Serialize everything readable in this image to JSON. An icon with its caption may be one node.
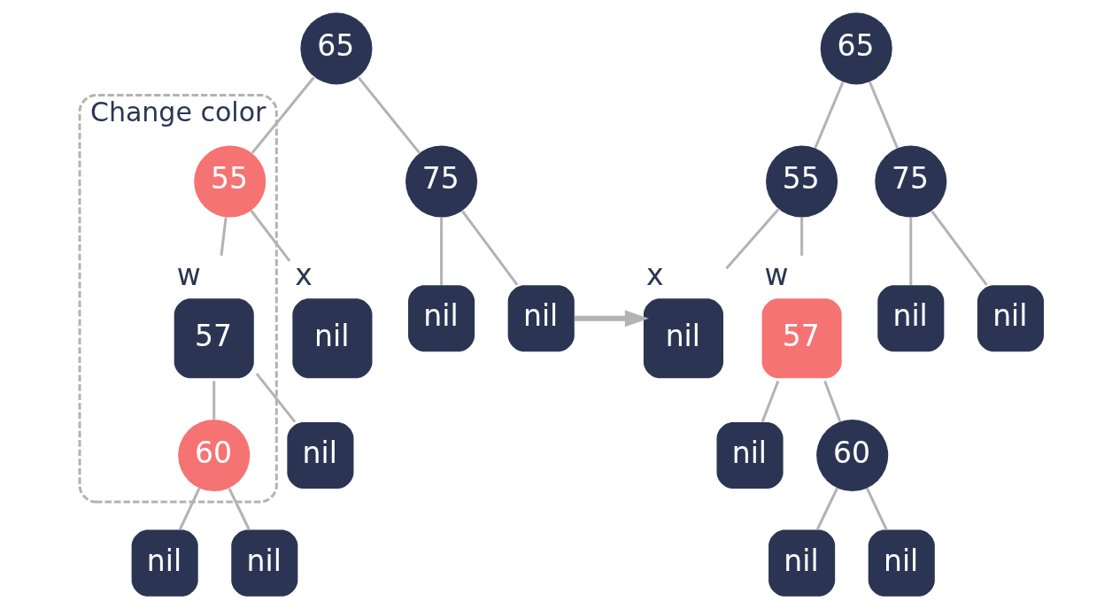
{
  "diagram": {
    "nodes": [
      {
        "text": [
          "65"
        ]
      },
      {
        "text": [
          "Change color"
        ]
      },
      {
        "text": [
          "55"
        ],
        "in": 1
      },
      {
        "text": [
          "75"
        ]
      },
      {
        "text": [
          "nil"
        ],
        "beside": [
          "x"
        ]
      },
      {
        "text": [
          "57"
        ],
        "in": 1,
        "beside": [
          "w"
        ]
      },
      {
        "text": [
          "nil"
        ]
      },
      {
        "text": [
          "nil"
        ]
      },
      {
        "text": [
          "nil"
        ]
      },
      {
        "text": [
          "60"
        ],
        "in": 1
      },
      {
        "text": [
          "nil"
        ]
      },
      {
        "text": [
          "nil"
        ]
      },
      {
        "text": [
          "65"
        ]
      },
      {
        "text": [
          "55"
        ]
      },
      {
        "text": [
          "75"
        ]
      },
      {
        "text": [
          "nil"
        ],
        "beside": [
          "x"
        ]
      },
      {
        "text": [
          "57"
        ],
        "beside": [
          "w"
        ]
      },
      {
        "text": [
          "nil"
        ]
      },
      {
        "text": [
          "nil"
        ]
      },
      {
        "text": [
          "nil"
        ]
      },
      {
        "text": [
          "60"
        ]
      },
      {
        "text": [
          "nil"
        ]
      },
      {
        "text": [
          "nil"
        ]
      }
    ],
    "edges": [
      {
        "from": 0,
        "to": 2,
        "arrow": "none"
      },
      {
        "from": 0,
        "to": 3,
        "arrow": "none"
      },
      {
        "from": 2,
        "to": 4,
        "arrow": "none"
      },
      {
        "from": 2,
        "to": 5,
        "arrow": "none"
      },
      {
        "from": 3,
        "to": 6,
        "arrow": "none"
      },
      {
        "from": 3,
        "to": 7,
        "arrow": "none"
      },
      {
        "from": 5,
        "to": 8,
        "arrow": "none"
      },
      {
        "from": 5,
        "to": 9,
        "arrow": "none"
      },
      {
        "from": 9,
        "to": 10,
        "arrow": "none"
      },
      {
        "from": 9,
        "to": 11,
        "arrow": "none"
      },
      {
        "from": 7,
        "to": 15,
        "arrow": "to",
        "style": "thick"
      },
      {
        "from": 12,
        "to": 13,
        "arrow": "none"
      },
      {
        "from": 12,
        "to": 14,
        "arrow": "none"
      },
      {
        "from": 13,
        "to": 15,
        "arrow": "none"
      },
      {
        "from": 13,
        "to": 16,
        "arrow": "none"
      },
      {
        "from": 14,
        "to": 17,
        "arrow": "none"
      },
      {
        "from": 14,
        "to": 18,
        "arrow": "none"
      },
      {
        "from": 16,
        "to": 19,
        "arrow": "none"
      },
      {
        "from": 16,
        "to": 20,
        "arrow": "none"
      },
      {
        "from": 20,
        "to": 21,
        "arrow": "none"
      },
      {
        "from": 20,
        "to": 22,
        "arrow": "none"
      }
    ]
  }
}
